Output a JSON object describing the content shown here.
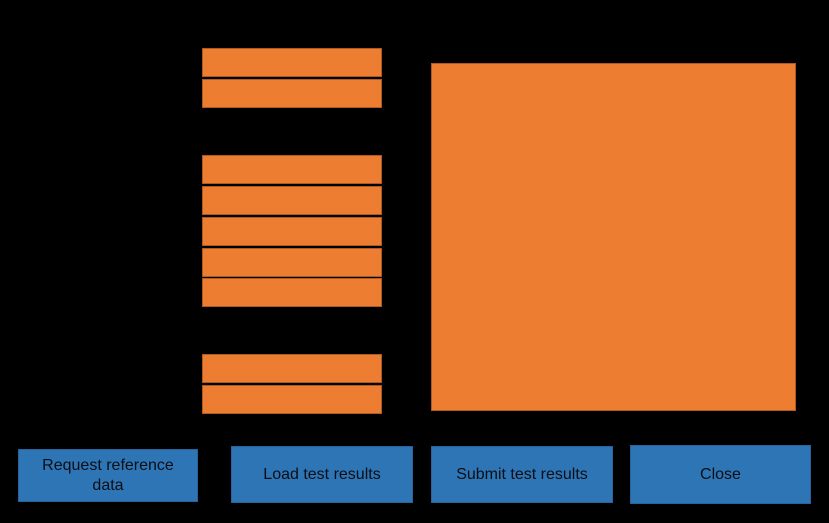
{
  "window": {
    "background_color": "#000000"
  },
  "palette": {
    "field_fill": "#ED7D31",
    "field_border": "#AE5A21",
    "button_fill": "#2E75B6",
    "button_border": "#27649C",
    "button_text": "#0B0E14"
  },
  "form": {
    "field_groups": [
      {
        "name": "top-group",
        "field_count": 2
      },
      {
        "name": "middle-group",
        "field_count": 5
      },
      {
        "name": "bottom-group",
        "field_count": 2
      }
    ],
    "display_panel": {
      "description": "large orange panel area"
    }
  },
  "buttons": {
    "request_reference_data": "Request reference\ndata",
    "load_test_results": "Load test results",
    "submit_test_results": "Submit test results",
    "close": "Close"
  }
}
